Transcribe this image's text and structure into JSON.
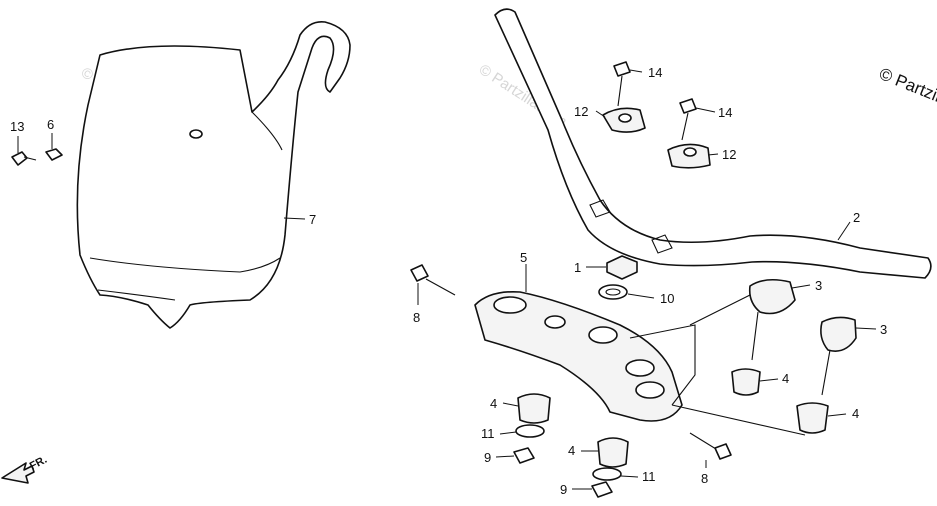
{
  "watermarks": {
    "wm1": "© Partzilla.com",
    "wm2": "© Partzilla.com",
    "corner": "© Partzilla.com"
  },
  "front_arrow": "FR.",
  "callouts": {
    "c1": "1",
    "c2": "2",
    "c3a": "3",
    "c3b": "3",
    "c4a": "4",
    "c4b": "4",
    "c4c": "4",
    "c4d": "4",
    "c5": "5",
    "c6": "6",
    "c7": "7",
    "c8a": "8",
    "c8b": "8",
    "c9a": "9",
    "c9b": "9",
    "c10": "10",
    "c11a": "11",
    "c11b": "11",
    "c12a": "12",
    "c12b": "12",
    "c13": "13",
    "c14a": "14",
    "c14b": "14"
  }
}
